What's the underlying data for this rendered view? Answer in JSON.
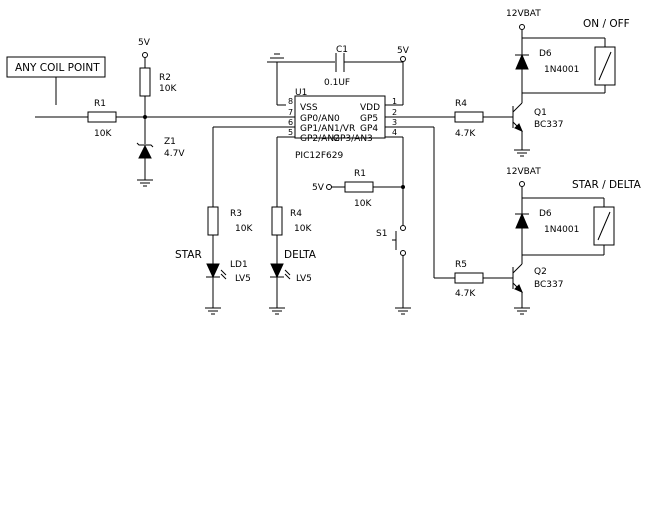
{
  "labels": {
    "coil_point": "ANY COIL POINT",
    "r1_in": "R1",
    "r1_in_val": "10K",
    "r2": "R2",
    "r2_val": "10K",
    "v5_r2": "5V",
    "z1": "Z1",
    "z1_val": "4.7V",
    "c1": "C1",
    "c1_val": "0.1UF",
    "v5_c1": "5V",
    "u1": "U1",
    "u1_part": "PIC12F629",
    "r3": "R3",
    "r3_val": "10K",
    "r4_led": "R4",
    "r4_led_val": "10K",
    "star": "STAR",
    "delta": "DELTA",
    "ld1": "LD1",
    "ld_val1": "LV5",
    "ld_val2": "LV5",
    "v5_s1": "5V",
    "r1_s": "R1",
    "r1_s_val": "10K",
    "s1": "S1",
    "r4_q": "R4",
    "r4_q_val": "4.7K",
    "r5": "R5",
    "r5_val": "4.7K",
    "q1": "Q1",
    "q1_val": "BC337",
    "q2": "Q2",
    "q2_val": "BC337",
    "vbat1": "12VBAT",
    "vbat2": "12VBAT",
    "d6a": "D6",
    "d6a_val": "1N4001",
    "d6b": "D6",
    "d6b_val": "1N4001",
    "onoff": "ON / OFF",
    "stardelta": "STAR / DELTA"
  },
  "ic": {
    "left_pins": [
      {
        "num": "8",
        "name": "VSS"
      },
      {
        "num": "7",
        "name": "GP0/AN0"
      },
      {
        "num": "6",
        "name": "GP1/AN1/VR"
      },
      {
        "num": "5",
        "name": "GP2/AN2"
      }
    ],
    "right_pins": [
      {
        "num": "1",
        "name": "VDD"
      },
      {
        "num": "2",
        "name": "GP5"
      },
      {
        "num": "3",
        "name": "GP4"
      },
      {
        "num": "4",
        "name": "GP3/AN3"
      }
    ]
  }
}
